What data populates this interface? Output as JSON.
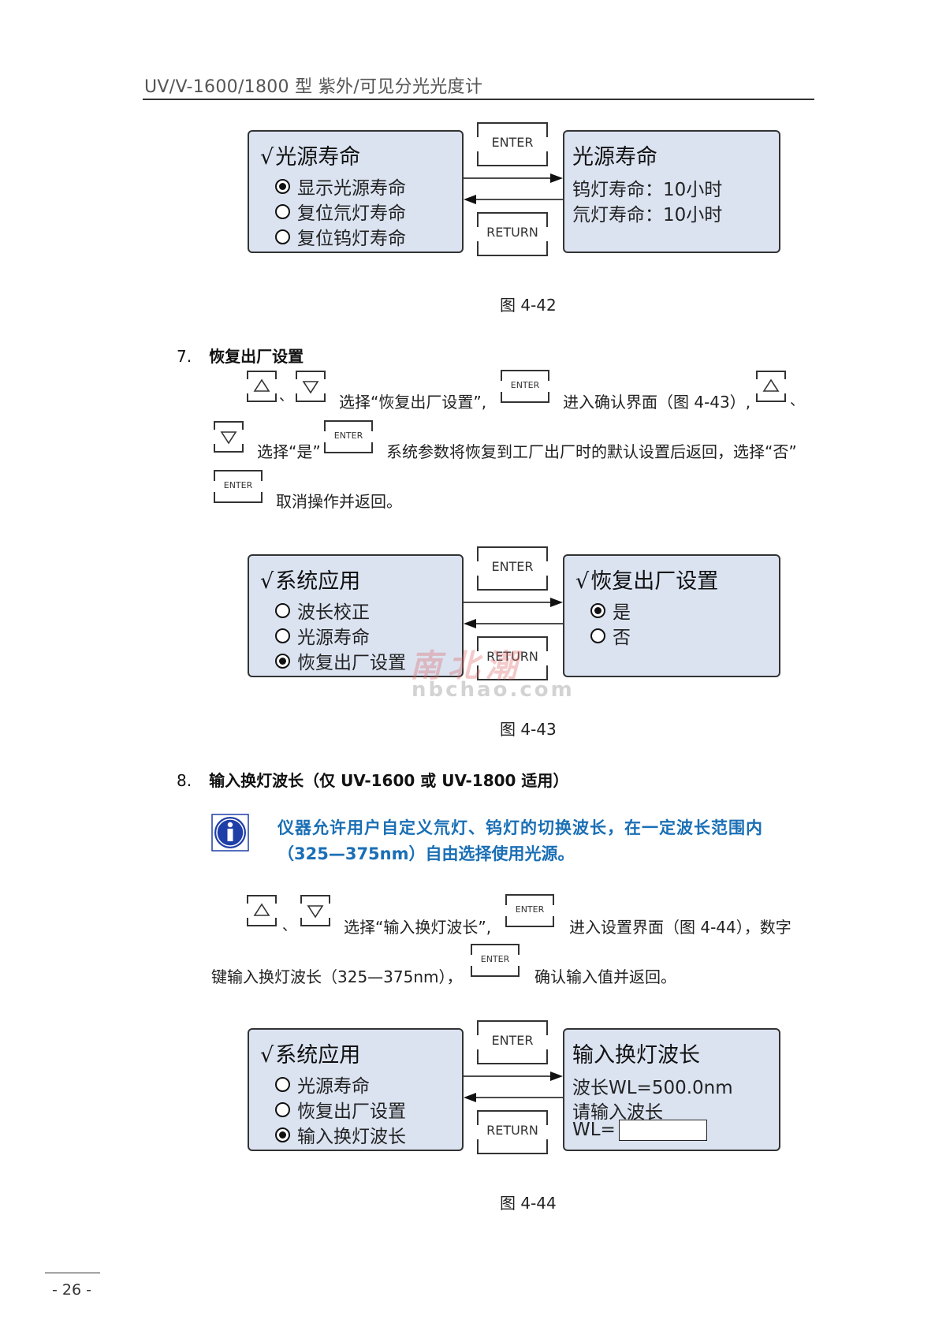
{
  "header": {
    "title": "UV/V-1600/1800 型 紫外/可见分光光度计"
  },
  "keys": {
    "enter": "ENTER",
    "return": "RETURN"
  },
  "fig42": {
    "left": {
      "title": "光源寿命",
      "items": [
        "显示光源寿命",
        "复位氘灯寿命",
        "复位钨灯寿命"
      ],
      "selected": 0
    },
    "right": {
      "title": "光源寿命",
      "lines": [
        "钨灯寿命：10小时",
        "氘灯寿命：10小时"
      ]
    },
    "caption": "图 4-42"
  },
  "section7": {
    "number": "7.",
    "title": "恢复出厂设置",
    "text1": "选择“恢复出厂设置”,",
    "text2": "进入确认界面（图 4-43）,",
    "text3": "选择“是”",
    "text4": "系统参数将恢复到工厂出厂时的默认设置后返回，选择“否”",
    "text5": "取消操作并返回。",
    "sep": "、"
  },
  "fig43": {
    "left": {
      "title": "系统应用",
      "items": [
        "波长校正",
        "光源寿命",
        "恢复出厂设置"
      ],
      "selected": 2
    },
    "right": {
      "title": "恢复出厂设置",
      "items": [
        "是",
        "否"
      ],
      "selected": 0
    },
    "caption": "图 4-43"
  },
  "watermark": {
    "cn": "南北潮",
    "en": "nbchao.com"
  },
  "section8": {
    "number": "8.",
    "title_a": "输入换灯波长（仅 ",
    "title_b": "UV-1600",
    "title_c": " 或 ",
    "title_d": "UV-1800",
    "title_e": " 适用）",
    "note_line1": "仪器允许用户自定义氘灯、钨灯的切换波长，在一定波长范围内",
    "note_line2": "（325—375nm）自由选择使用光源。",
    "text1": "选择“输入换灯波长”,",
    "text2": "进入设置界面（图  4-44），数字",
    "text3": "键输入换灯波长（325—375nm），",
    "text4": "确认输入值并返回。",
    "sep": "、"
  },
  "fig44": {
    "left": {
      "title": "系统应用",
      "items": [
        "光源寿命",
        "恢复出厂设置",
        "输入换灯波长"
      ],
      "selected": 2
    },
    "right": {
      "title": "输入换灯波长",
      "lines": [
        "波长WL=500.0nm",
        "请输入波长"
      ],
      "input_label": "WL="
    },
    "caption": "图 4-44"
  },
  "footer": {
    "page": "- 26 -"
  },
  "colors": {
    "lcd_bg": "#dbe3f1",
    "note_blue": "#1a6fb5",
    "info_icon": "#1f3fa8"
  },
  "check_mark": "√"
}
